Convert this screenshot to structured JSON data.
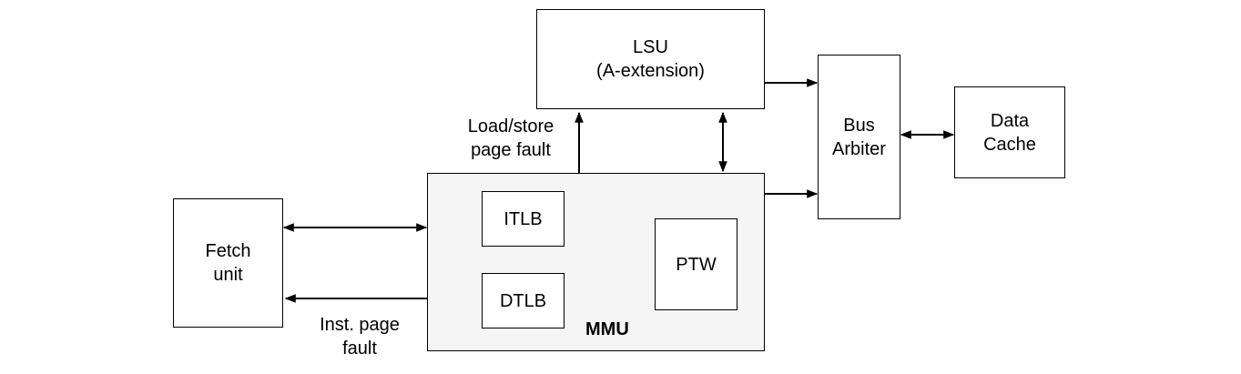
{
  "blocks": {
    "lsu": {
      "line1": "LSU",
      "line2": "(A-extension)"
    },
    "bus_arbiter": {
      "line1": "Bus",
      "line2": "Arbiter"
    },
    "data_cache": {
      "line1": "Data",
      "line2": "Cache"
    },
    "fetch_unit": {
      "line1": "Fetch",
      "line2": "unit"
    },
    "mmu": {
      "label": "MMU",
      "fill_color": "#f5f5f5"
    },
    "itlb": {
      "label": "ITLB"
    },
    "dtlb": {
      "label": "DTLB"
    },
    "ptw": {
      "label": "PTW"
    }
  },
  "edge_labels": {
    "load_store_fault": {
      "line1": "Load/store",
      "line2": "page fault"
    },
    "inst_fault": {
      "line1": "Inst. page",
      "line2": "fault"
    }
  },
  "connections": [
    {
      "from": "MMU",
      "to": "LSU",
      "direction": "one-way",
      "label": "Load/store page fault"
    },
    {
      "from": "LSU",
      "to": "MMU",
      "direction": "bidirectional"
    },
    {
      "from": "LSU",
      "to": "Bus Arbiter",
      "direction": "one-way"
    },
    {
      "from": "MMU",
      "to": "Bus Arbiter",
      "direction": "one-way"
    },
    {
      "from": "Bus Arbiter",
      "to": "Data Cache",
      "direction": "bidirectional"
    },
    {
      "from": "Fetch unit",
      "to": "MMU",
      "direction": "bidirectional"
    },
    {
      "from": "MMU",
      "to": "Fetch unit",
      "direction": "one-way",
      "label": "Inst. page fault"
    }
  ]
}
